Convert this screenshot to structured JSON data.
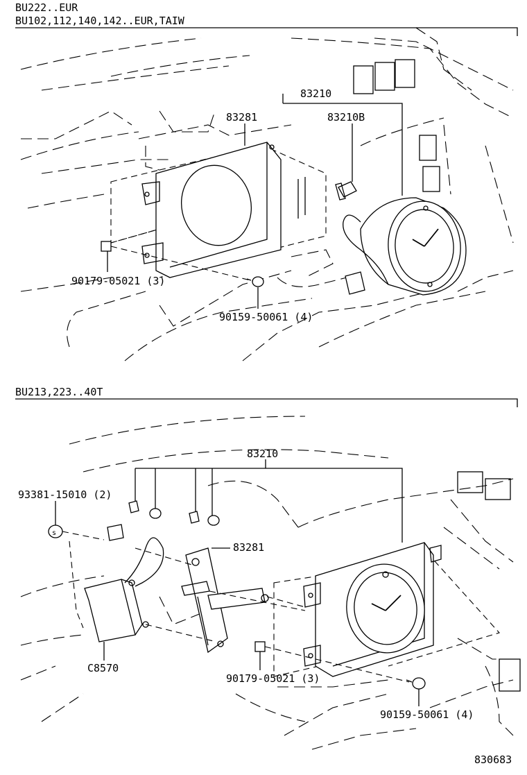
{
  "sections": [
    {
      "header_line1": "BU222..EUR",
      "header_line2": "BU102,112,140,142..EUR,TAIW",
      "labels": {
        "assembly": "83210",
        "bracket": "83281",
        "bulb": "83210B",
        "nut": "90179-05021 (3)",
        "screw": "90159-50061 (4)"
      }
    },
    {
      "header_line1": "BU213,223..40T",
      "labels": {
        "assembly": "83210",
        "clip": "93381-15010 (2)",
        "bracket": "83281",
        "module": "C8570",
        "nut": "90179-05021 (3)",
        "screw": "90159-50061 (4)"
      }
    }
  ],
  "diagram_id": "830683"
}
